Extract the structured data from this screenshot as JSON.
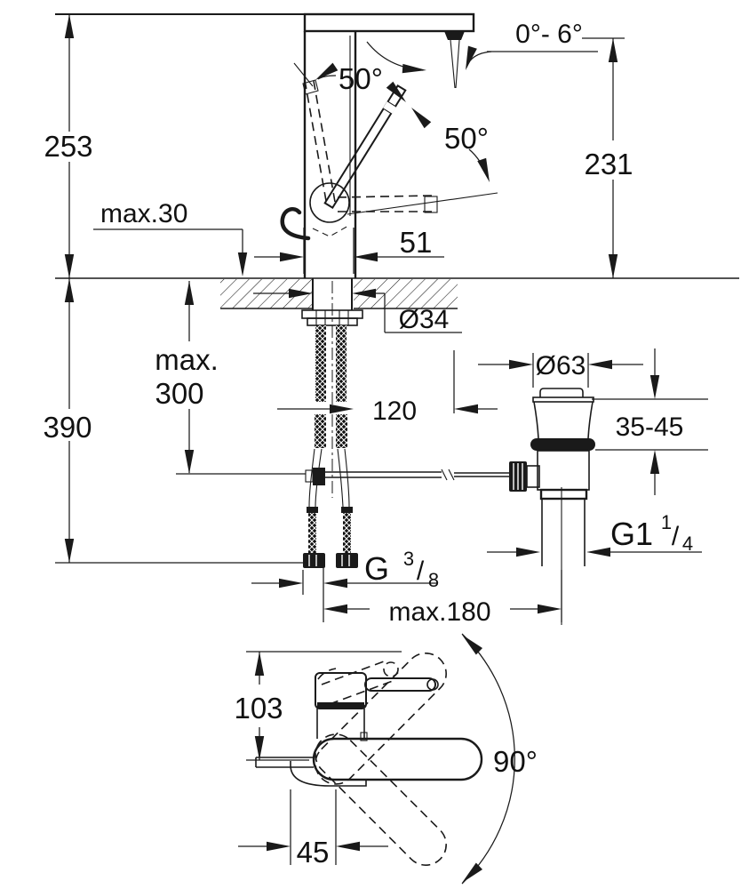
{
  "side_view": {
    "height_above_deck": "253",
    "deck_thickness_max": "max.30",
    "handle_angle_upper": "50°",
    "handle_angle_lower": "50°",
    "aerator_angle_range": "0°- 6°",
    "spout_height": "231",
    "body_width": "51",
    "hole_diameter": "Ø34",
    "hose_depth_max_line1": "max.",
    "hose_depth_max_line2": "300",
    "total_depth": "390",
    "rod_offset": "120",
    "waste_flange_diameter": "Ø63",
    "waste_deck_range": "35-45",
    "supply_thread": {
      "prefix": "G",
      "sup": "3",
      "slash": "/",
      "sub": "8"
    },
    "waste_thread": {
      "prefix": "G1",
      "sup": "1",
      "slash": "/",
      "sub": "4"
    },
    "rod_reach_max": "max.180"
  },
  "plan_view": {
    "handle_to_spout": "103",
    "spout_offset": "45",
    "swivel_range": "90°"
  },
  "colors": {
    "line": "#1a1a1a",
    "background": "#ffffff"
  }
}
